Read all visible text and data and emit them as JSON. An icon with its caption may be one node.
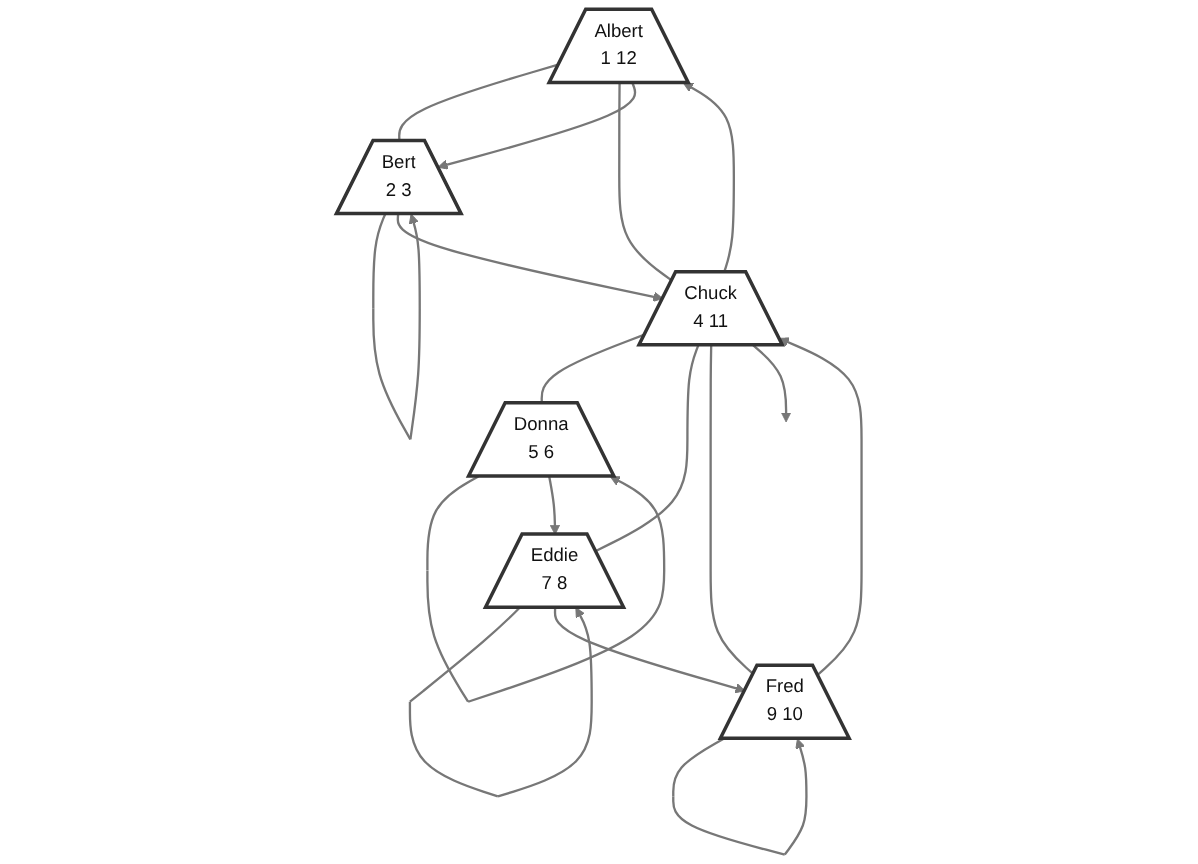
{
  "diagram": {
    "nodes": [
      {
        "text": [
          "Albert",
          "1",
          "12"
        ]
      },
      {
        "text": [
          "Bert",
          "2",
          "3"
        ]
      },
      {
        "text": [
          "Chuck",
          "4",
          "11"
        ]
      },
      {
        "text": [
          "Donna",
          "5",
          "6"
        ]
      },
      {
        "text": [
          "Eddie",
          "7",
          "8"
        ]
      },
      {
        "text": [
          "Fred",
          "9",
          "10"
        ]
      }
    ],
    "edges": [
      {
        "from": 0,
        "to": 1,
        "arrow": "none"
      },
      {
        "from": 0,
        "to": 2,
        "arrow": "none"
      },
      {
        "from": 2,
        "to": 3,
        "arrow": "none"
      },
      {
        "from": 2,
        "to": 4,
        "arrow": "none"
      },
      {
        "from": 2,
        "to": 5,
        "arrow": "none"
      },
      {
        "from": 0,
        "to": 1,
        "arrow": "to"
      },
      {
        "from": 1,
        "to": 1,
        "arrow": "to"
      },
      {
        "from": 1,
        "to": 2,
        "arrow": "to"
      },
      {
        "from": 2,
        "to": null,
        "arrow": "to"
      },
      {
        "from": 3,
        "to": 3,
        "arrow": "to"
      },
      {
        "from": 3,
        "to": 4,
        "arrow": "to"
      },
      {
        "from": 4,
        "to": 4,
        "arrow": "to"
      },
      {
        "from": 4,
        "to": 5,
        "arrow": "to"
      },
      {
        "from": 5,
        "to": 5,
        "arrow": "to"
      },
      {
        "from": 5,
        "to": 2,
        "arrow": "to"
      },
      {
        "from": 2,
        "to": 0,
        "arrow": "to"
      }
    ]
  }
}
